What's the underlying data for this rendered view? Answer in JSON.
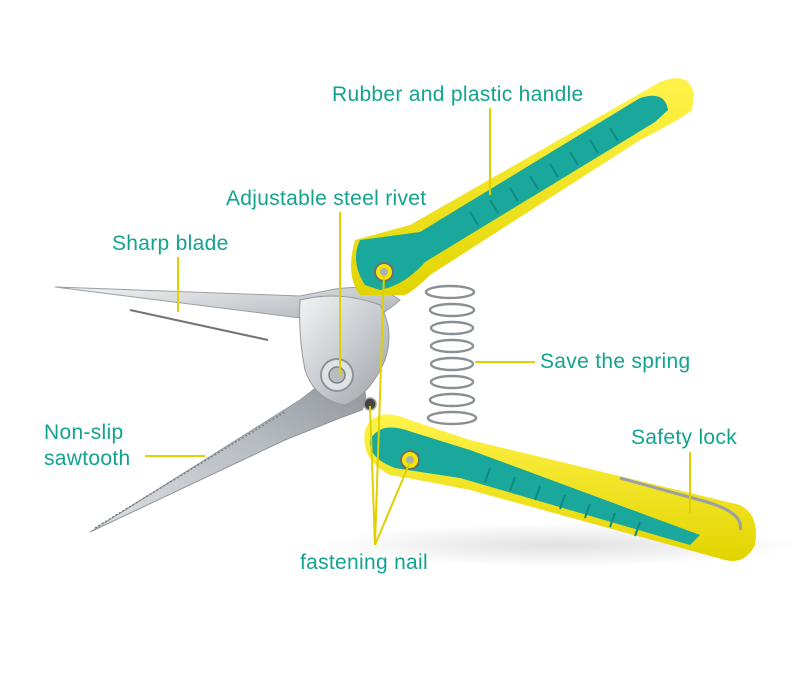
{
  "colors": {
    "label_text": "#12a38e",
    "leader_line": "#e0d000",
    "handle_yellow": "#f3e800",
    "handle_teal": "#1aa79c",
    "blade_steel": "#c8cbce",
    "spring": "#8a8f94"
  },
  "labels": {
    "handle": "Rubber and plastic handle",
    "rivet": "Adjustable steel rivet",
    "blade": "Sharp blade",
    "spring": "Save the spring",
    "sawtooth": "Non-slip\nsawtooth",
    "lock": "Safety lock",
    "nail": "fastening nail"
  },
  "icons": {
    "product": "pruning-shears-icon"
  }
}
